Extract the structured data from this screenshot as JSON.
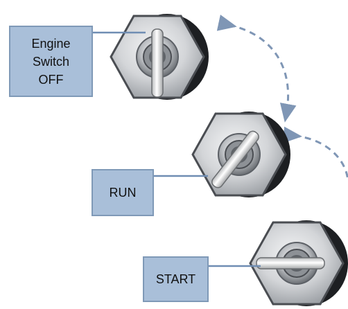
{
  "labels": {
    "off": {
      "line1": "Engine",
      "line2": "Switch",
      "line3": "OFF"
    },
    "run": "RUN",
    "start": "START"
  },
  "switches": [
    {
      "position": "OFF",
      "key_orientation": "vertical"
    },
    {
      "position": "RUN",
      "key_orientation": "diagonal"
    },
    {
      "position": "START",
      "key_orientation": "horizontal"
    }
  ],
  "colors": {
    "label_fill": "#a9bfd9",
    "label_border": "#7f99b7",
    "connector": "#6f8db3",
    "arrow": "#7f96b5",
    "hex_body": "#d6d8da",
    "hex_edge": "#4a4d52",
    "backing": "#1d1f22"
  },
  "icons": [
    "ignition-switch-icon",
    "key-icon",
    "curved-arrow-icon"
  ]
}
